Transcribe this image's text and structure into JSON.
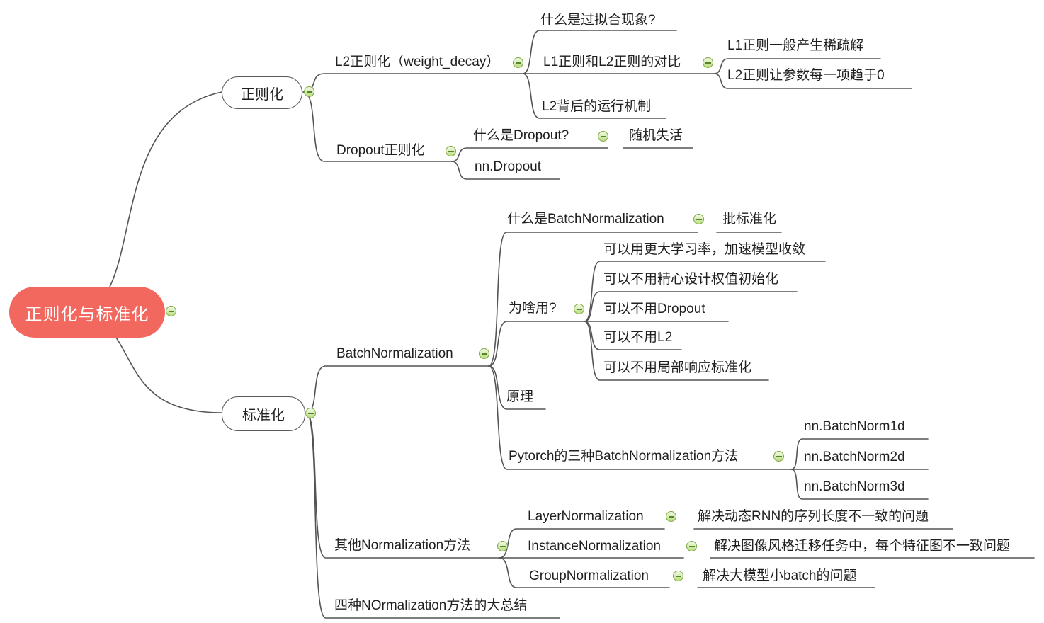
{
  "colors": {
    "background": "#FFFFFF",
    "root_fill": "#F2685F",
    "root_text": "#FFFFFF",
    "topic_text": "#1F1F1F",
    "connector_line": "#545454",
    "node_border": "#5A5A5A",
    "collapse_border": "#7AA73C",
    "collapse_fill": "#D9EDBB",
    "collapse_minus": "#57832A"
  },
  "icons": {
    "collapse": "circled-minus"
  },
  "mindmap": {
    "root": {
      "label": "正则化与标准化"
    },
    "branches": [
      {
        "label": "正则化",
        "children": [
          {
            "label": "L2正则化（weight_decay）",
            "children": [
              {
                "label": "什么是过拟合现象?"
              },
              {
                "label": "L1正则和L2正则的对比",
                "children": [
                  {
                    "label": "L1正则一般产生稀疏解"
                  },
                  {
                    "label": "L2正则让参数每一项趋于0"
                  }
                ]
              },
              {
                "label": "L2背后的运行机制"
              }
            ]
          },
          {
            "label": "Dropout正则化",
            "children": [
              {
                "label": "什么是Dropout?",
                "children": [
                  {
                    "label": "随机失活"
                  }
                ]
              },
              {
                "label": "nn.Dropout"
              }
            ]
          }
        ]
      },
      {
        "label": "标准化",
        "children": [
          {
            "label": "BatchNormalization",
            "children": [
              {
                "label": "什么是BatchNormalization",
                "children": [
                  {
                    "label": "批标准化"
                  }
                ]
              },
              {
                "label": "为啥用?",
                "children": [
                  {
                    "label": "可以用更大学习率，加速模型收敛"
                  },
                  {
                    "label": "可以不用精心设计权值初始化"
                  },
                  {
                    "label": "可以不用Dropout"
                  },
                  {
                    "label": "可以不用L2"
                  },
                  {
                    "label": "可以不用局部响应标准化"
                  }
                ]
              },
              {
                "label": "原理"
              },
              {
                "label": "Pytorch的三种BatchNormalization方法",
                "children": [
                  {
                    "label": "nn.BatchNorm1d"
                  },
                  {
                    "label": "nn.BatchNorm2d"
                  },
                  {
                    "label": "nn.BatchNorm3d"
                  }
                ]
              }
            ]
          },
          {
            "label": "其他Normalization方法",
            "children": [
              {
                "label": "LayerNormalization",
                "children": [
                  {
                    "label": "解决动态RNN的序列长度不一致的问题"
                  }
                ]
              },
              {
                "label": "InstanceNormalization",
                "children": [
                  {
                    "label": "解决图像风格迁移任务中，每个特征图不一致问题"
                  }
                ]
              },
              {
                "label": "GroupNormalization",
                "children": [
                  {
                    "label": "解决大模型小batch的问题"
                  }
                ]
              }
            ]
          },
          {
            "label": "四种NOrmalization方法的大总结"
          }
        ]
      }
    ]
  }
}
